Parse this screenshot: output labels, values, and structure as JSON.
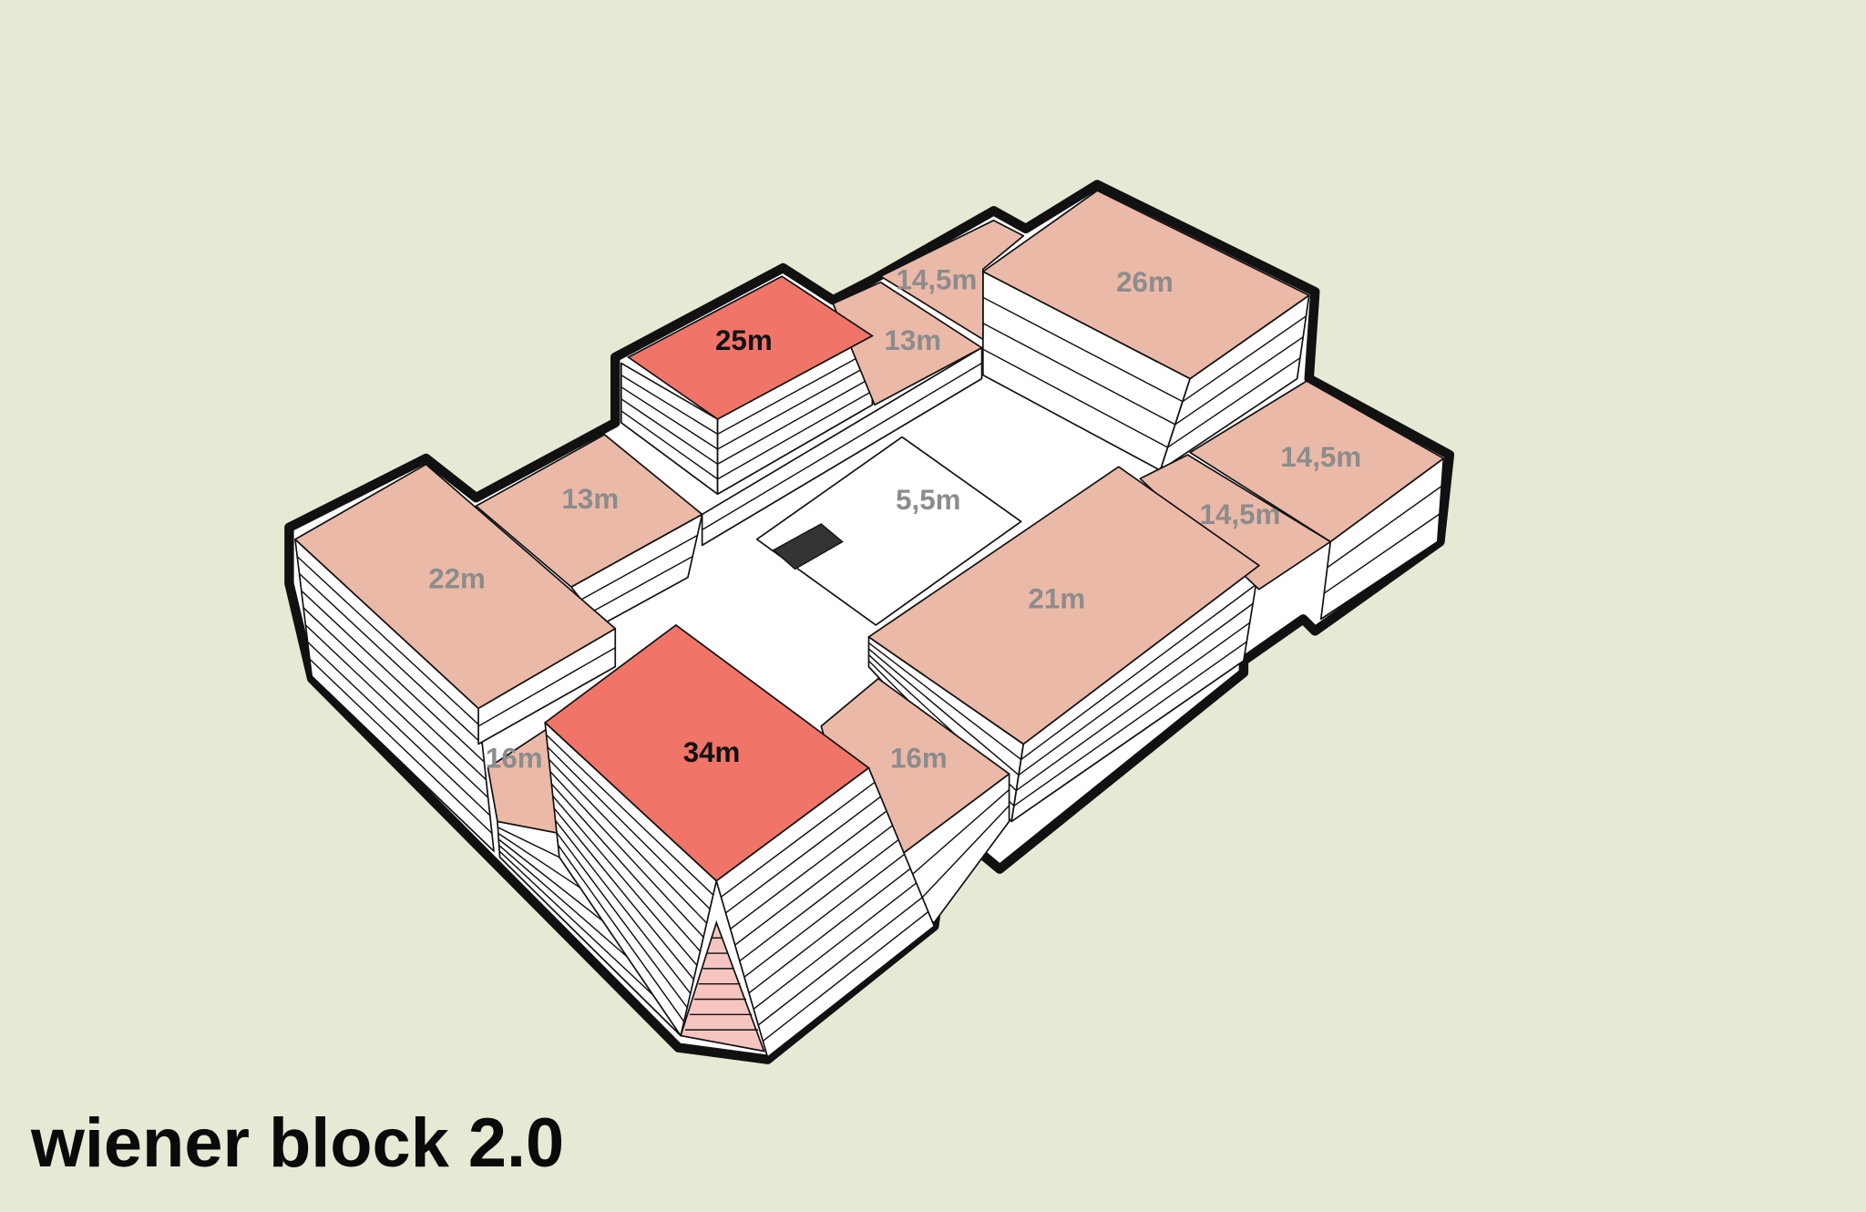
{
  "title": "wiener block 2.0",
  "colors": {
    "background": "#e6e9d3",
    "roof": "#ebb9a8",
    "roof_highlight": "#f07468",
    "atrium": "#f7c5c0",
    "label": "#8c8c8c"
  },
  "heights": {
    "tower_south": "34m",
    "tower_north": "25m",
    "west_wing": "22m",
    "northwest": "13m",
    "north_mid": "13m",
    "north_small": "14,5m",
    "northeast": "26m",
    "east_outer": "14,5m",
    "east_inner": "14,5m",
    "center_east": "21m",
    "courtyard": "5,5m",
    "south_right": "16m",
    "south_left": "16m"
  }
}
